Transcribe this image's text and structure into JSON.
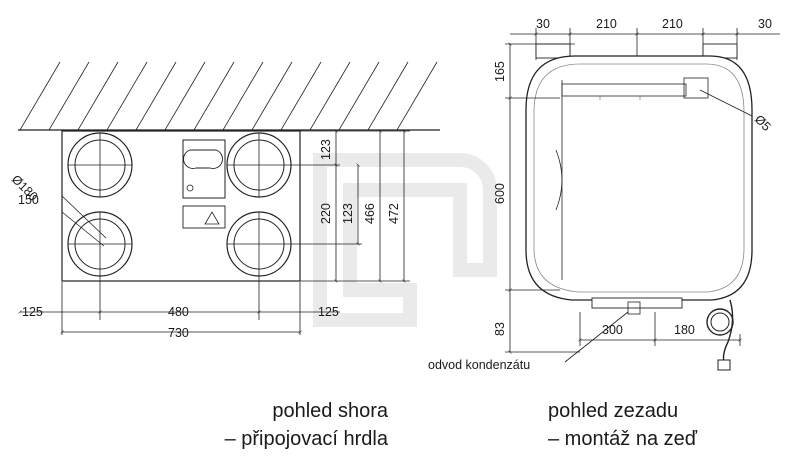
{
  "top_view": {
    "dims": {
      "d_outer": "Ø180",
      "d_inner": "150",
      "left": "125",
      "middle": "480",
      "right": "125",
      "total": "730",
      "v123a": "123",
      "v220": "220",
      "v123b": "123",
      "v466": "466",
      "v472": "472"
    },
    "caption_line1": "pohled shora",
    "caption_line2": "– připojovací hrdla"
  },
  "rear_view": {
    "dims": {
      "t30a": "30",
      "t210a": "210",
      "t210b": "210",
      "t30b": "30",
      "v165": "165",
      "v600": "600",
      "v83": "83",
      "b300": "300",
      "b180": "180",
      "d5": "Ø5"
    },
    "condensate_label": "odvod kondenzátu",
    "caption_line1": "pohled zezadu",
    "caption_line2": "– montáž na zeď"
  }
}
